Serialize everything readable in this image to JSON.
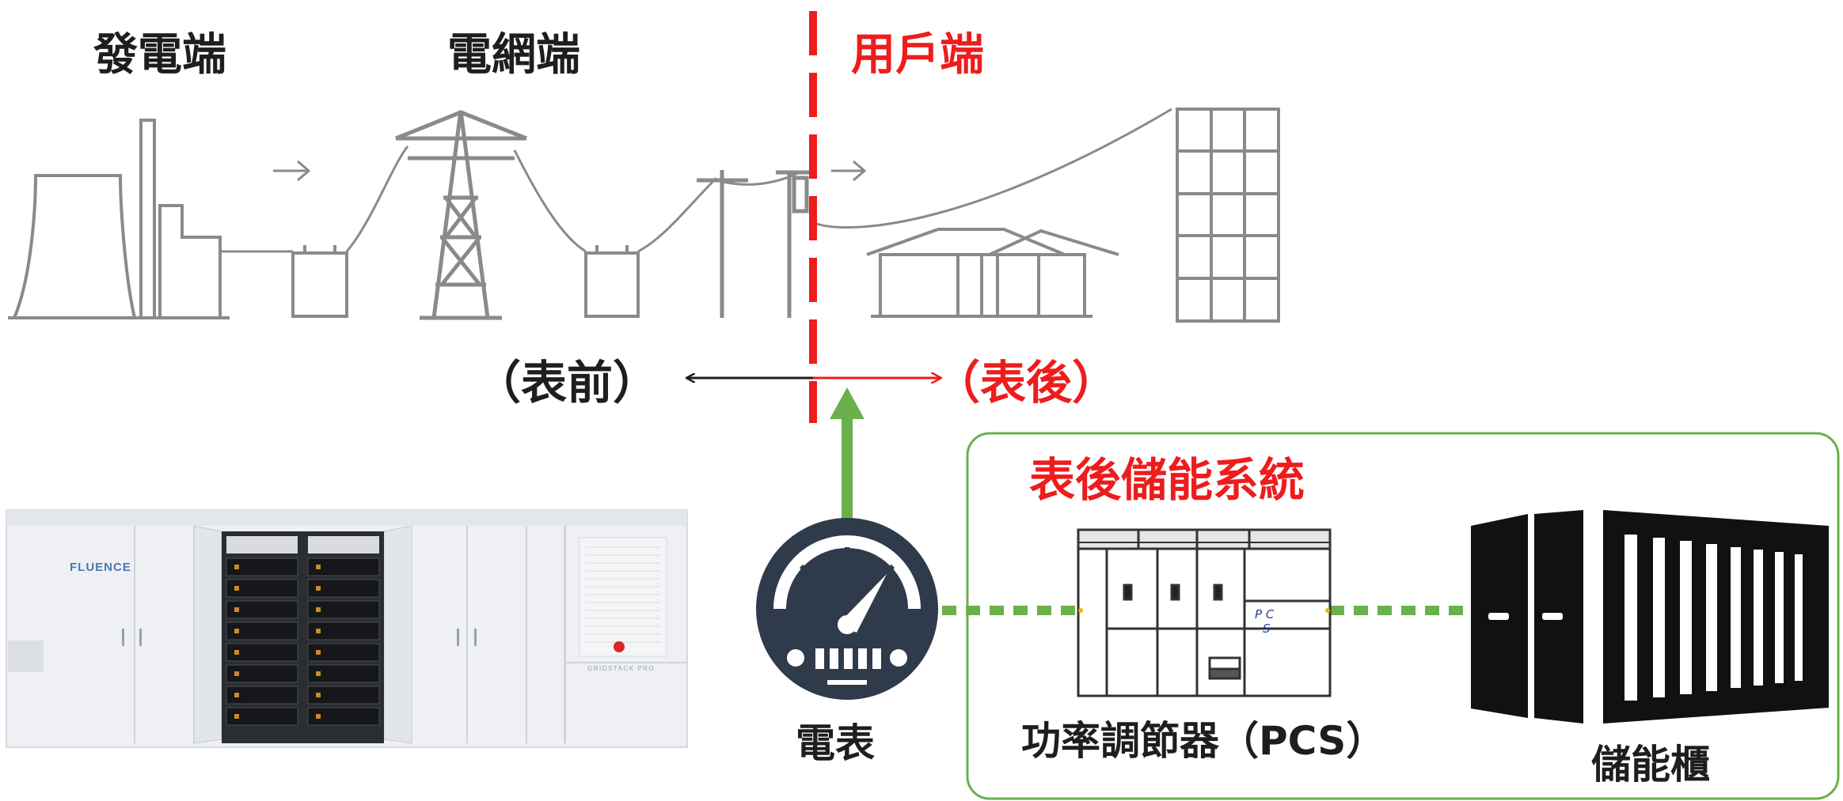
{
  "zones": {
    "generation": "發電端",
    "grid": "電網端",
    "consumer": "用戶端"
  },
  "meter_sides": {
    "front": "（表前）",
    "behind": "（表後）"
  },
  "system": {
    "title": "表後儲能系統",
    "meter_label": "電表",
    "pcs_label": "功率調節器（PCS）",
    "pcs_text": [
      "P C",
      "S"
    ],
    "storage_label": "儲能櫃"
  },
  "product": {
    "brand": "FLUENCE",
    "model": "GRIDSTACK PRO"
  },
  "colors": {
    "line_gray": "#8a8a8a",
    "accent_red": "#ee1c1c",
    "accent_green": "#6ab04c",
    "text_dark": "#1e1e1e",
    "meter_navy": "#2f3b4a"
  }
}
